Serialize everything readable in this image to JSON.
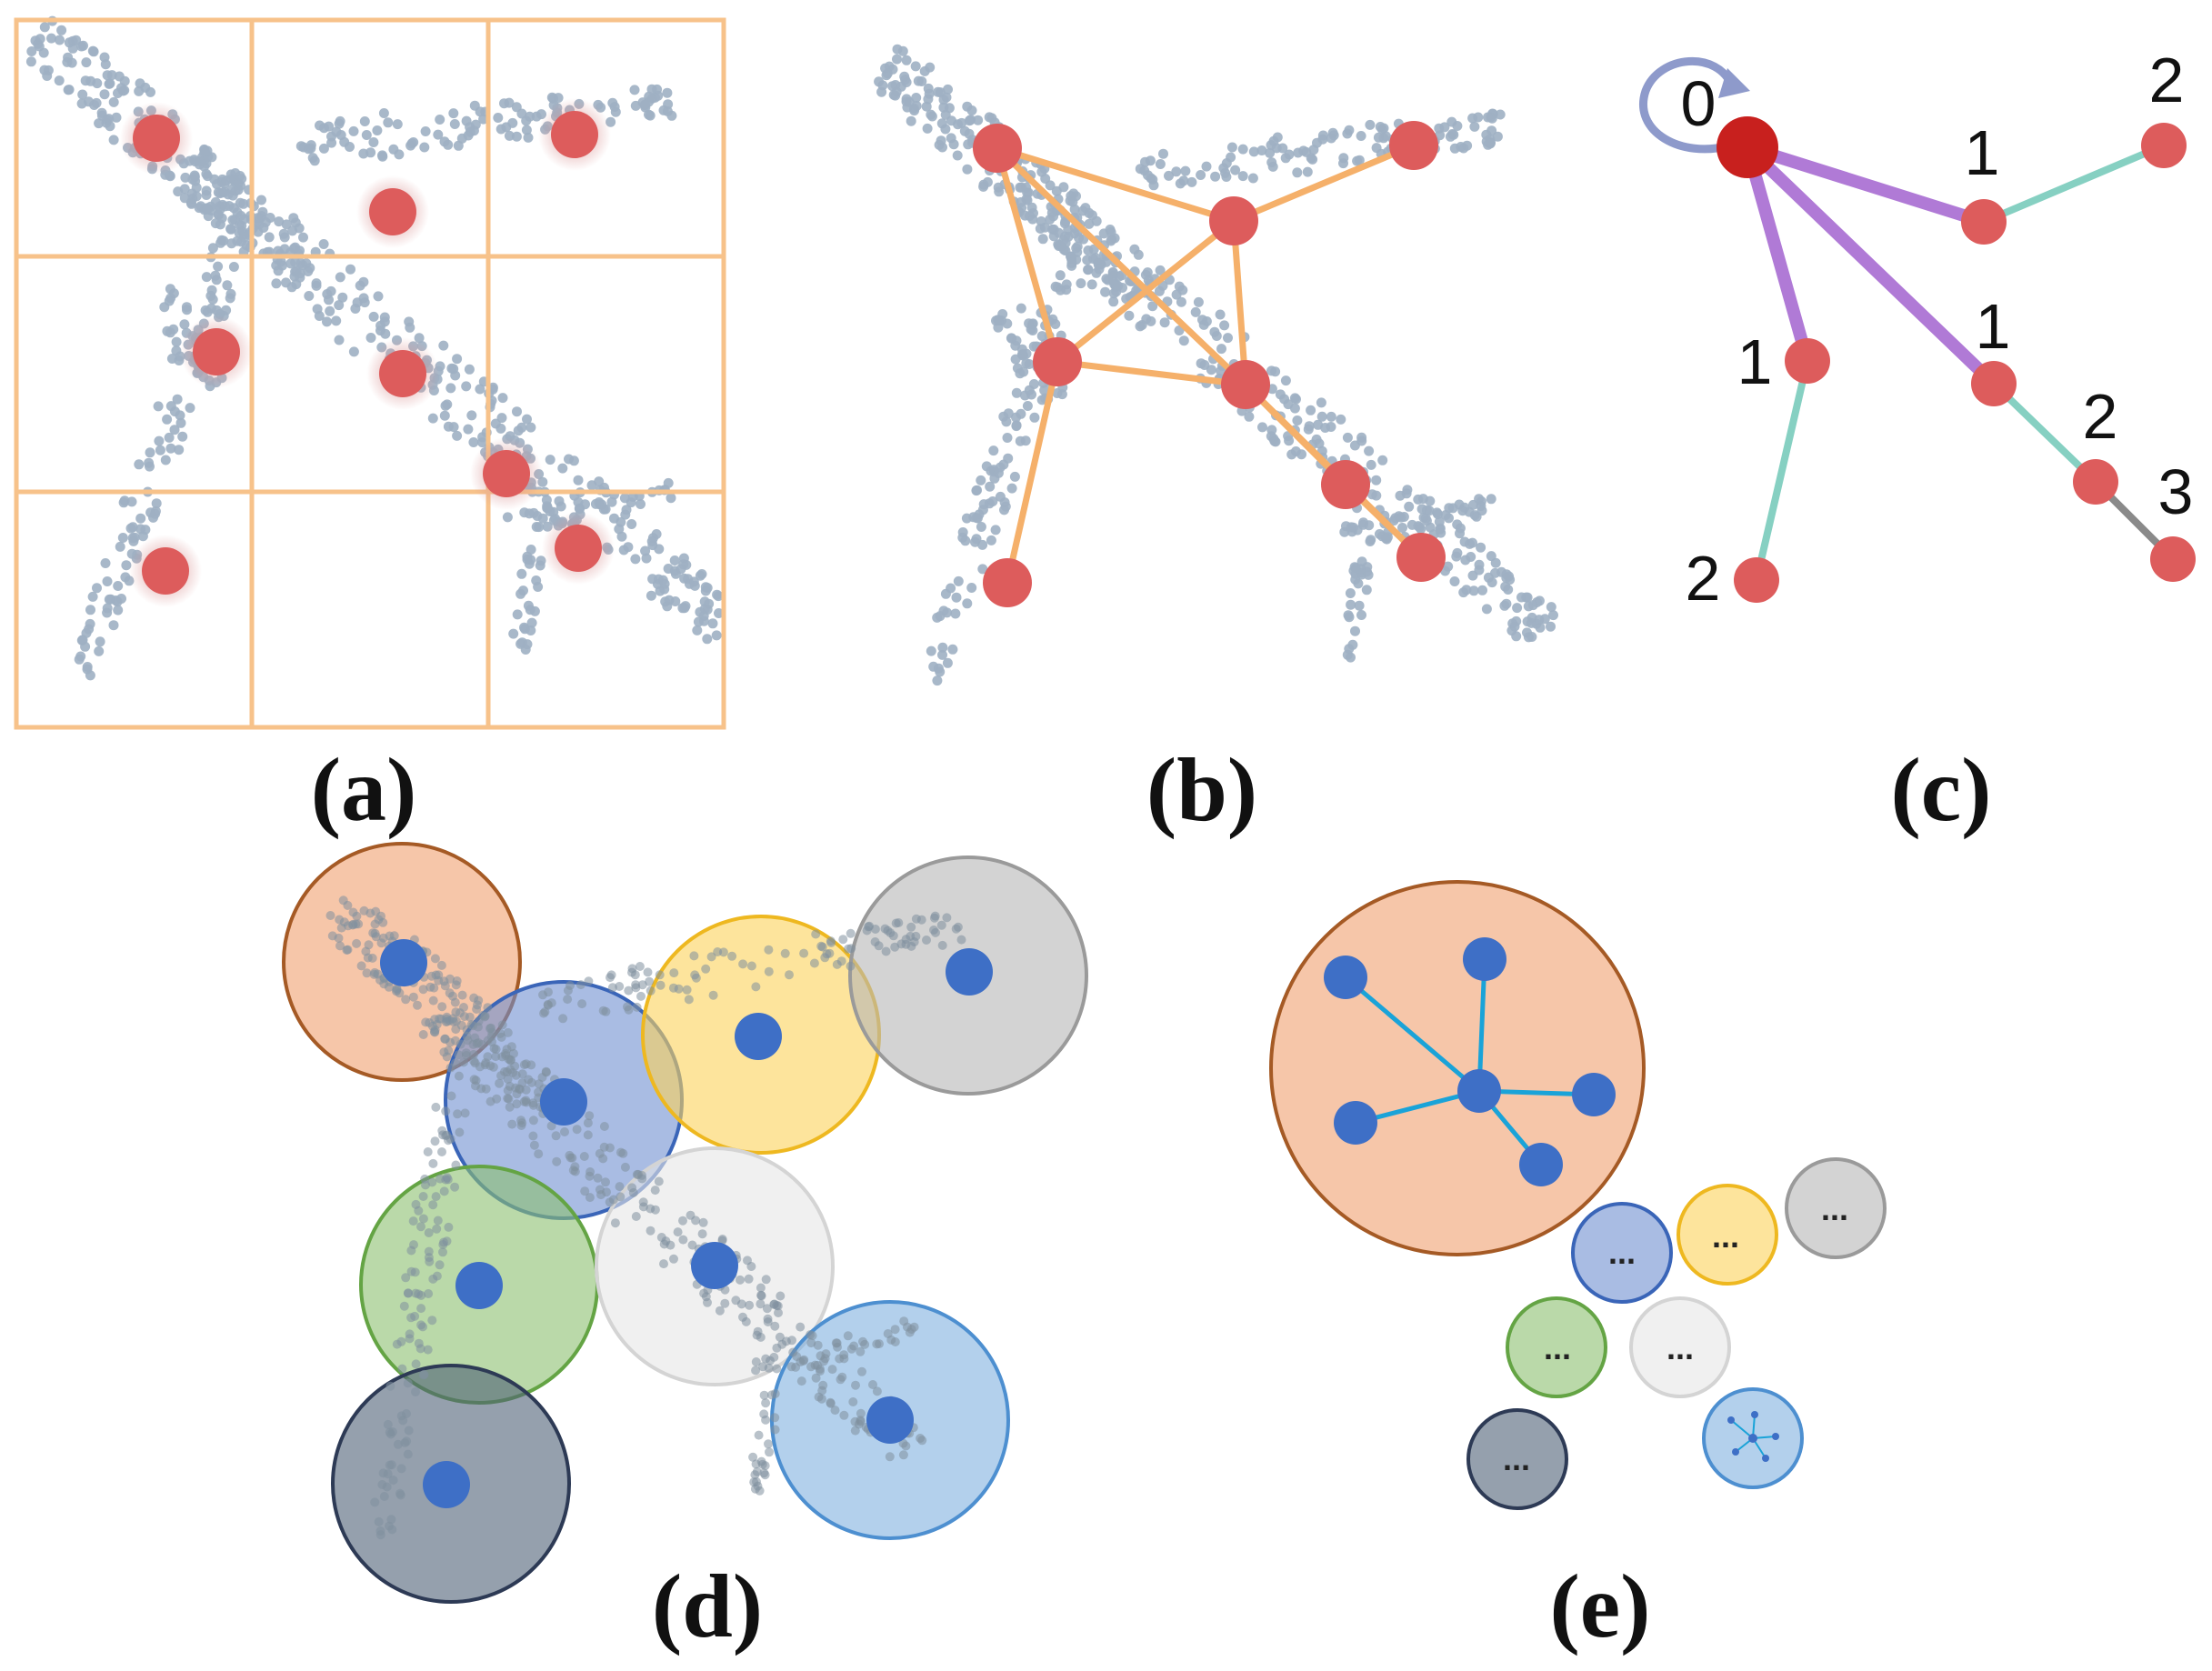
{
  "panels": {
    "a": {
      "label": "(a)"
    },
    "b": {
      "label": "(b)"
    },
    "c": {
      "label": "(c)",
      "node_labels": [
        "0",
        "1",
        "2",
        "1",
        "2",
        "1",
        "2",
        "3"
      ]
    },
    "d": {
      "label": "(d)"
    },
    "e": {
      "label": "(e)",
      "ellipsis": "..."
    }
  },
  "colors": {
    "point_cloud": "#9fb0c3",
    "keypoint_red": "#dd5c5c",
    "root_red": "#c8201e",
    "grid_orange": "#f7c28a",
    "edge_orange": "#f5b06a",
    "edge_purple": "#b07ad6",
    "edge_teal": "#86d0c2",
    "edge_gray": "#8a8a8a",
    "self_loop": "#8e9acb",
    "center_blue": "#3e6fc6",
    "star_edge": "#1aa3d8",
    "regions": [
      {
        "name": "orange",
        "fill": "#f0a070",
        "stroke": "#a55a25"
      },
      {
        "name": "blue",
        "fill": "#7090d0",
        "stroke": "#3a65b8"
      },
      {
        "name": "yellow",
        "fill": "#fcd25a",
        "stroke": "#eeb820"
      },
      {
        "name": "gray",
        "fill": "#b5b5b5",
        "stroke": "#9a9a9a"
      },
      {
        "name": "green",
        "fill": "#8cc070",
        "stroke": "#64a444"
      },
      {
        "name": "white",
        "fill": "#e6e6e6",
        "stroke": "#d4d4d4"
      },
      {
        "name": "lightblue",
        "fill": "#80b0e0",
        "stroke": "#4d8fd0"
      },
      {
        "name": "dark",
        "fill": "#4f6076",
        "stroke": "#2d3a55"
      }
    ]
  }
}
